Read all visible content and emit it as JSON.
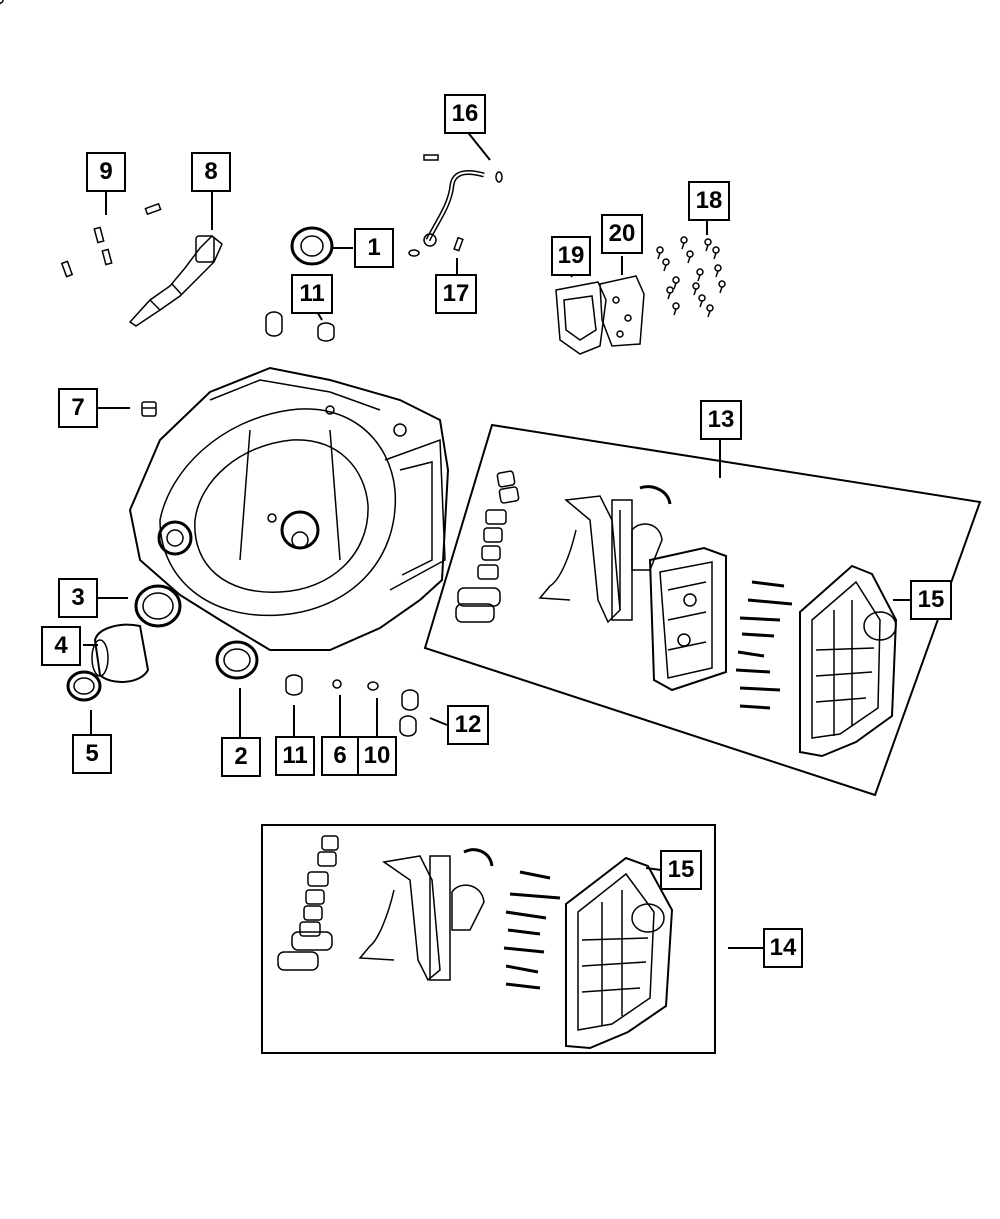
{
  "diagram": {
    "colors": {
      "line": "#000000",
      "background": "#ffffff"
    },
    "callouts": [
      {
        "id": "c1",
        "label": "1"
      },
      {
        "id": "c2",
        "label": "2"
      },
      {
        "id": "c3",
        "label": "3"
      },
      {
        "id": "c4",
        "label": "4"
      },
      {
        "id": "c5",
        "label": "5"
      },
      {
        "id": "c6",
        "label": "6"
      },
      {
        "id": "c7",
        "label": "7"
      },
      {
        "id": "c8",
        "label": "8"
      },
      {
        "id": "c9",
        "label": "9"
      },
      {
        "id": "c10",
        "label": "10"
      },
      {
        "id": "c11a",
        "label": "11"
      },
      {
        "id": "c11b",
        "label": "11"
      },
      {
        "id": "c12",
        "label": "12"
      },
      {
        "id": "c13",
        "label": "13"
      },
      {
        "id": "c14",
        "label": "14"
      },
      {
        "id": "c15a",
        "label": "15"
      },
      {
        "id": "c15b",
        "label": "15"
      },
      {
        "id": "c16",
        "label": "16"
      },
      {
        "id": "c17",
        "label": "17"
      },
      {
        "id": "c18",
        "label": "18"
      },
      {
        "id": "c19",
        "label": "19"
      },
      {
        "id": "c20",
        "label": "20"
      }
    ]
  }
}
